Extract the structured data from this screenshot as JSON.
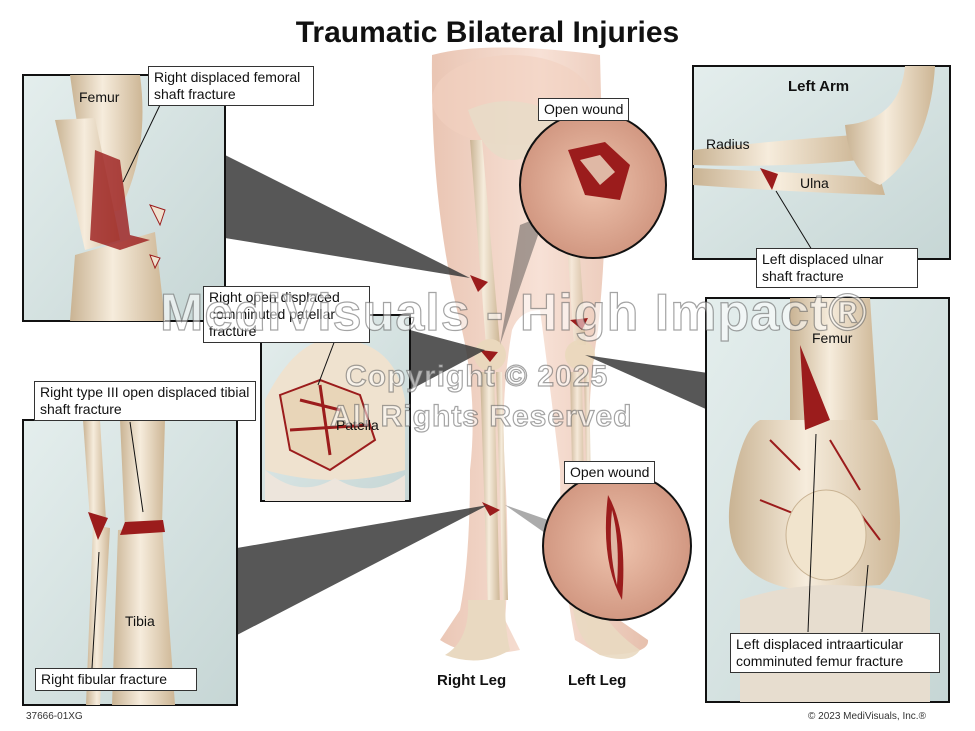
{
  "title": "Traumatic Bilateral Injuries",
  "panels": {
    "femur_right": {
      "bone": "Femur",
      "callout": "Right displaced femoral shaft fracture"
    },
    "patella": {
      "callout": "Right open displaced comminuted patellar fracture",
      "bone": "Patella"
    },
    "tibia": {
      "callout": "Right type III open displaced tibial shaft fracture",
      "bone": "Tibia",
      "fibula_callout": "Right fibular fracture"
    },
    "left_arm": {
      "heading": "Left Arm",
      "radius": "Radius",
      "ulna": "Ulna",
      "callout": "Left displaced ulnar shaft fracture"
    },
    "femur_left": {
      "bone": "Femur",
      "callout": "Left displaced intraarticular comminuted femur fracture"
    },
    "wound_knee": {
      "label": "Open wound"
    },
    "wound_shin": {
      "label": "Open wound"
    }
  },
  "legs": {
    "right": "Right Leg",
    "left": "Left Leg"
  },
  "watermark": {
    "line1": "MediVisuals - High Impact®",
    "line2": "Copyright © 2025",
    "line3": "All Rights Reserved"
  },
  "footer": {
    "code": "37666-01XG",
    "copyright": "© 2023 MediVisuals, Inc.®"
  },
  "colors": {
    "panel_bg": "#d7e4e3",
    "bone": "#efe2cf",
    "bone_shadow": "#c9b393",
    "blood": "#9b1c1c",
    "skin": "#f2d3c3",
    "cone": "#3a3a3a"
  }
}
